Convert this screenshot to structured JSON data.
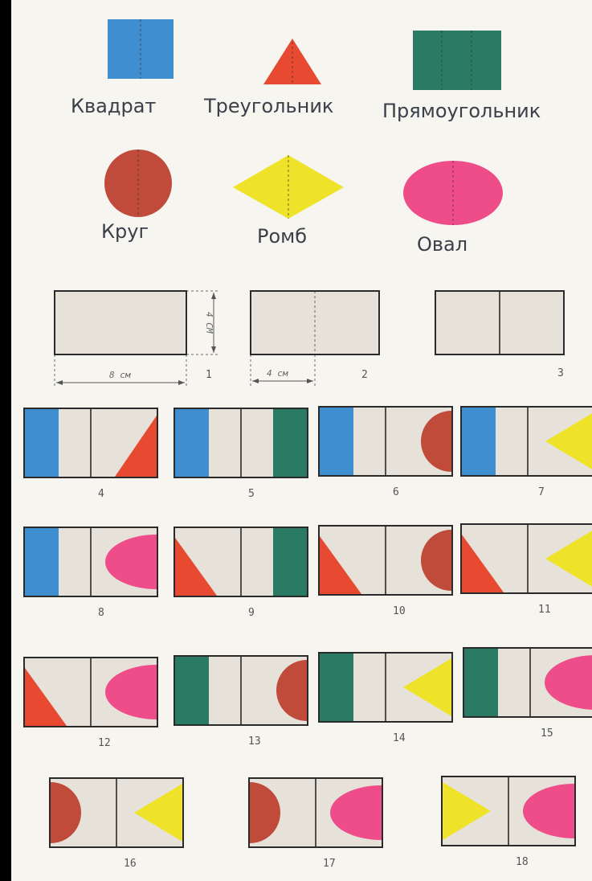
{
  "colors": {
    "blue": "#3f8fd0",
    "red": "#e74a30",
    "green": "#2b7a63",
    "circle": "#c04b3a",
    "yellow": "#efe32a",
    "pink": "#ee4d8a",
    "card": "#e6e2da"
  },
  "shapes": [
    {
      "id": "kvadrat",
      "label": "Квадрат",
      "icon": "square-icon",
      "color": "blue"
    },
    {
      "id": "treugolnik",
      "label": "Треугольник",
      "icon": "triangle-icon",
      "color": "red"
    },
    {
      "id": "pryamougolnik",
      "label": "Прямоугольник",
      "icon": "rectangle-icon",
      "color": "green"
    },
    {
      "id": "krug",
      "label": "Круг",
      "icon": "circle-icon",
      "color": "circle"
    },
    {
      "id": "romb",
      "label": "Ромб",
      "icon": "rhombus-icon",
      "color": "yellow"
    },
    {
      "id": "oval",
      "label": "Овал",
      "icon": "oval-icon",
      "color": "pink"
    }
  ],
  "templates": {
    "card1": {
      "number": "1",
      "width_label": "8 см",
      "height_label": "4 СМ"
    },
    "card2": {
      "number": "2",
      "half_label": "4 см"
    },
    "card3": {
      "number": "3"
    }
  },
  "cards": [
    {
      "number": "4",
      "left": "blue",
      "right": "triangle"
    },
    {
      "number": "5",
      "left": "blue",
      "right": "green"
    },
    {
      "number": "6",
      "left": "blue",
      "right": "circle"
    },
    {
      "number": "7",
      "left": "blue",
      "right": "rhombus"
    },
    {
      "number": "8",
      "left": "blue",
      "right": "oval"
    },
    {
      "number": "9",
      "left": "triangle",
      "right": "green"
    },
    {
      "number": "10",
      "left": "triangle",
      "right": "circle"
    },
    {
      "number": "11",
      "left": "triangle",
      "right": "rhombus"
    },
    {
      "number": "12",
      "left": "triangle",
      "right": "oval"
    },
    {
      "number": "13",
      "left": "green",
      "right": "circle"
    },
    {
      "number": "14",
      "left": "green",
      "right": "rhombus"
    },
    {
      "number": "15",
      "left": "green",
      "right": "oval"
    },
    {
      "number": "16",
      "left": "circle",
      "right": "rhombus"
    },
    {
      "number": "17",
      "left": "circle",
      "right": "oval"
    },
    {
      "number": "18",
      "left": "rhombus",
      "right": "oval"
    }
  ]
}
